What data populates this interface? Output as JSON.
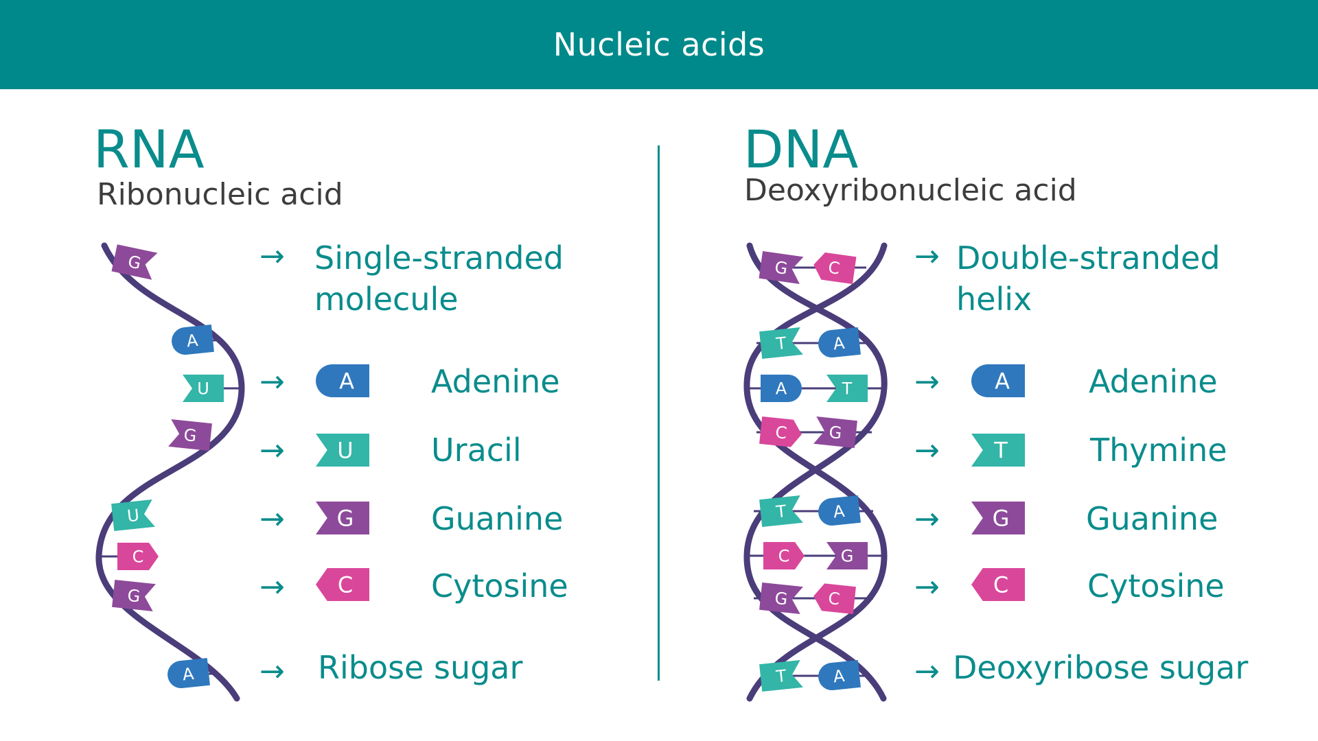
{
  "colors": {
    "header_bg": "#00898a",
    "teal_text": "#0a8c8c",
    "strand": "#4a3d7a",
    "adenine": "#2f78bd",
    "uracil": "#33b5a7",
    "thymine": "#33b5a7",
    "guanine": "#8e4a9a",
    "cytosine": "#d9479a",
    "white": "#ffffff"
  },
  "header": {
    "title": "Nucleic acids"
  },
  "rna": {
    "abbr": "RNA",
    "full_name": "Ribonucleic acid",
    "strand_desc": "Single-stranded molecule",
    "bases": [
      {
        "letter": "A",
        "name": "Adenine",
        "color": "#2f78bd",
        "shape": "adenine"
      },
      {
        "letter": "U",
        "name": "Uracil",
        "color": "#33b5a7",
        "shape": "notch"
      },
      {
        "letter": "G",
        "name": "Guanine",
        "color": "#8e4a9a",
        "shape": "notch"
      },
      {
        "letter": "C",
        "name": "Cytosine",
        "color": "#d9479a",
        "shape": "arrow-left"
      }
    ],
    "sugar": "Ribose sugar",
    "strand_tags": [
      {
        "letter": "G",
        "color": "#8e4a9a",
        "shape": "flag-right"
      },
      {
        "letter": "A",
        "color": "#2f78bd",
        "shape": "adenine"
      },
      {
        "letter": "U",
        "color": "#33b5a7",
        "shape": "notch"
      },
      {
        "letter": "G",
        "color": "#8e4a9a",
        "shape": "notch"
      },
      {
        "letter": "U",
        "color": "#33b5a7",
        "shape": "flag-right"
      },
      {
        "letter": "C",
        "color": "#d9479a",
        "shape": "arrow-right"
      },
      {
        "letter": "G",
        "color": "#8e4a9a",
        "shape": "flag-right"
      },
      {
        "letter": "A",
        "color": "#2f78bd",
        "shape": "adenine"
      }
    ]
  },
  "dna": {
    "abbr": "DNA",
    "full_name": "Deoxyribonucleic acid",
    "strand_desc": "Double-stranded helix",
    "bases": [
      {
        "letter": "A",
        "name": "Adenine",
        "color": "#2f78bd",
        "shape": "adenine"
      },
      {
        "letter": "T",
        "name": "Thymine",
        "color": "#33b5a7",
        "shape": "notch"
      },
      {
        "letter": "G",
        "name": "Guanine",
        "color": "#8e4a9a",
        "shape": "notch"
      },
      {
        "letter": "C",
        "name": "Cytosine",
        "color": "#d9479a",
        "shape": "arrow-left"
      }
    ],
    "sugar": "Deoxyribose sugar",
    "pairs": [
      {
        "left": "G",
        "right": "C"
      },
      {
        "left": "T",
        "right": "A"
      },
      {
        "left": "A",
        "right": "T"
      },
      {
        "left": "C",
        "right": "G"
      },
      {
        "left": "T",
        "right": "A"
      },
      {
        "left": "C",
        "right": "G"
      },
      {
        "left": "G",
        "right": "C"
      },
      {
        "left": "T",
        "right": "A"
      }
    ]
  },
  "arrow_glyph": "→"
}
